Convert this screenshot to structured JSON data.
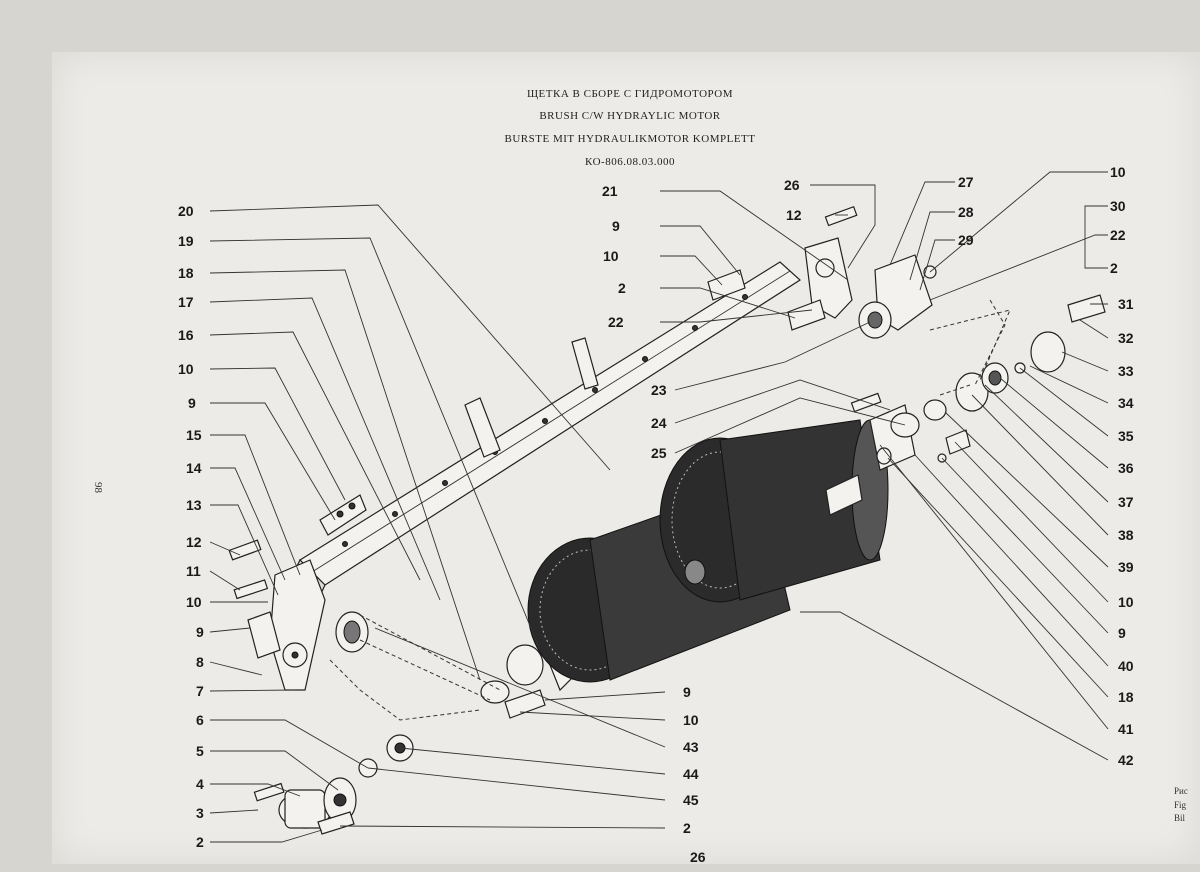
{
  "header": {
    "title_ru": "ЩЕТКА В СБОРЕ С ГИДРОМОТОРОМ",
    "title_en": "BRUSH C/W HYDRAYLIC MOTOR",
    "title_de": "BURSTE MIT HYDRAULIKMOTOR KOMPLETT",
    "part_code": "КО-806.08.03.000"
  },
  "page_number": "98",
  "bottom_label": "26",
  "right_edge": [
    "Рис",
    "Fig",
    "Bil"
  ],
  "callouts": {
    "left": [
      "20",
      "19",
      "18",
      "17",
      "16",
      "10",
      "9",
      "15",
      "14",
      "13",
      "12",
      "11",
      "10",
      "9",
      "8",
      "7",
      "6",
      "5",
      "4",
      "3",
      "2"
    ],
    "top_center": [
      "21",
      "9",
      "10",
      "2",
      "22",
      "26",
      "12",
      "27",
      "28",
      "29"
    ],
    "mid": [
      "23",
      "24",
      "25"
    ],
    "right": [
      "10",
      "30",
      "22",
      "2",
      "31",
      "32",
      "33",
      "34",
      "35",
      "36",
      "37",
      "38",
      "39",
      "10",
      "9",
      "40",
      "18",
      "41",
      "42"
    ],
    "bottom_center": [
      "9",
      "10",
      "43",
      "44",
      "45",
      "2"
    ]
  }
}
